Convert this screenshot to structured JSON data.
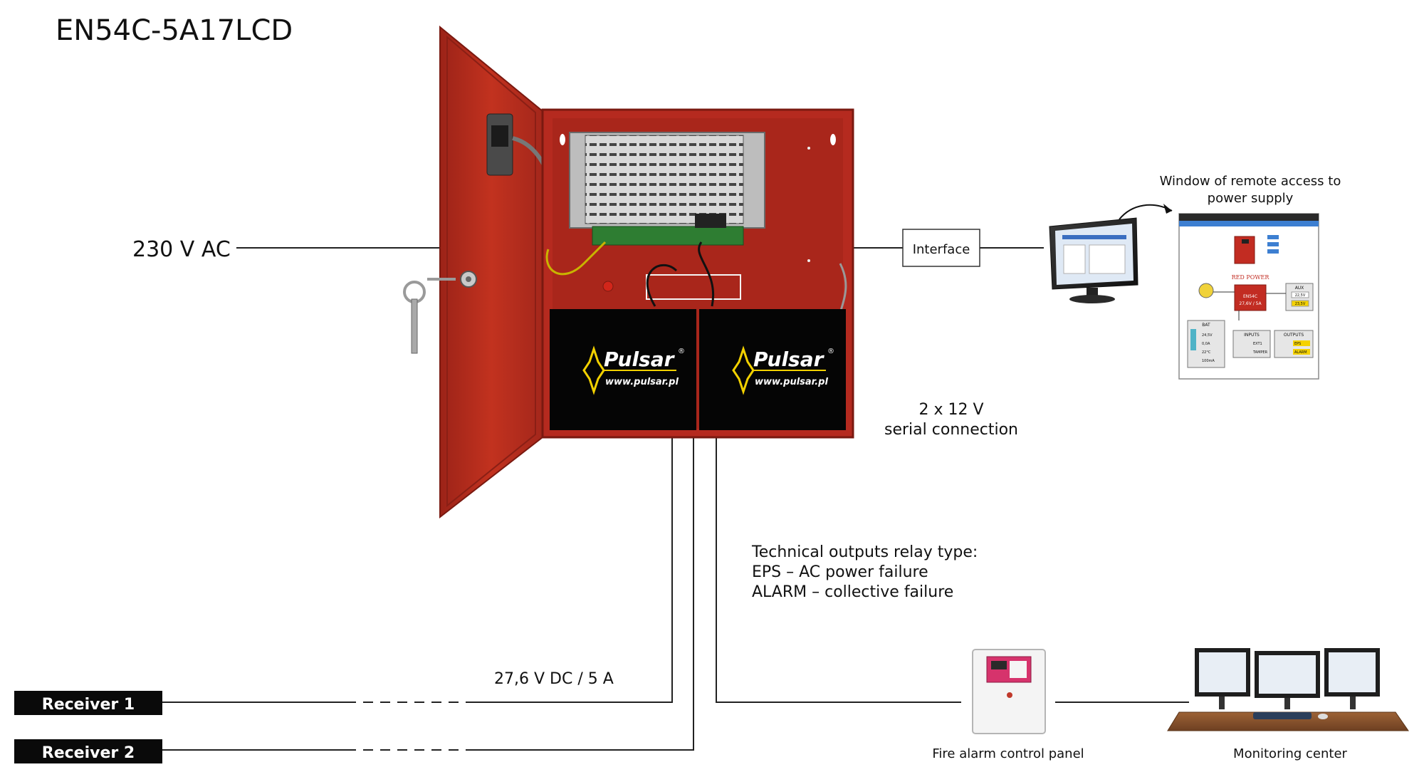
{
  "title": "EN54C-5A17LCD",
  "labels": {
    "input_ac": "230 V AC",
    "interface": "Interface",
    "remote_window": [
      "Window of remote access to",
      "power supply"
    ],
    "serial": [
      "2 x 12 V",
      "serial connection"
    ],
    "technical_outputs": [
      "Technical outputs relay type:",
      "EPS – AC power failure",
      "ALARM – collective failure"
    ],
    "output_dc": "27,6 V DC / 5 A",
    "receiver1": "Receiver 1",
    "receiver2": "Receiver 2",
    "fire_panel": "Fire alarm control panel",
    "monitoring": "Monitoring center"
  },
  "battery_brand": {
    "name": "Pulsar",
    "registered": "®",
    "url": "www.pulsar.pl"
  },
  "remote_window_ui": {
    "brand_text": "RED POWER",
    "device_label": [
      "EN54C",
      "27,6V / 5A"
    ],
    "sections": [
      "BAT",
      "INPUTS",
      "OUTPUTS",
      "AUX"
    ],
    "inputs": [
      "EXT1",
      "TAMPER"
    ],
    "outputs": [
      "EPS",
      "ALARM"
    ],
    "aux_values": [
      "22,5V",
      "23,5V"
    ],
    "bat_values": [
      "24,5V",
      "0,0A",
      "22°C",
      "100mA"
    ]
  },
  "colors": {
    "enclosure": "#b52a1f",
    "enclosure_dark": "#8f1e15",
    "battery": "#050505",
    "logo_yellow": "#f2d100",
    "label_bar": "#0a0a0a",
    "desk": "#8a5530"
  }
}
